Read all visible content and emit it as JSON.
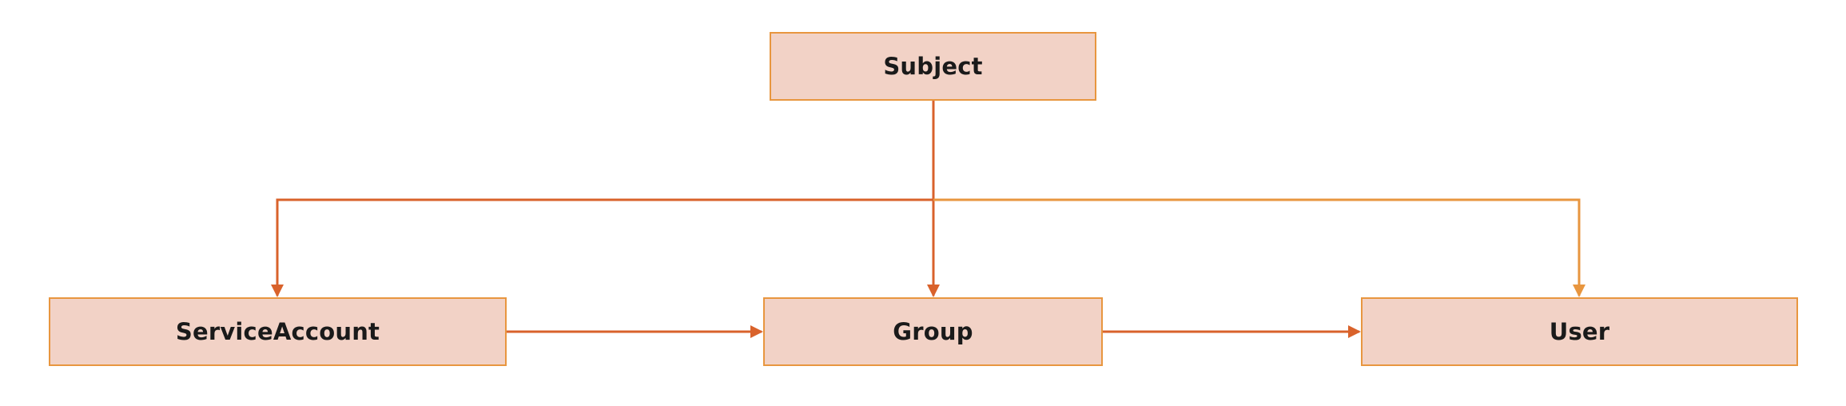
{
  "diagram": {
    "colors": {
      "node_fill": "#f2d2c6",
      "node_border": "#e8963f",
      "edge_dark": "#d9622b",
      "edge_light": "#e8963f"
    },
    "nodes": {
      "subject": {
        "label": "Subject"
      },
      "serviceaccount": {
        "label": "ServiceAccount"
      },
      "group": {
        "label": "Group"
      },
      "user": {
        "label": "User"
      }
    },
    "edges": [
      {
        "from": "Subject",
        "to": "ServiceAccount"
      },
      {
        "from": "Subject",
        "to": "Group"
      },
      {
        "from": "Subject",
        "to": "User"
      },
      {
        "from": "ServiceAccount",
        "to": "Group"
      },
      {
        "from": "Group",
        "to": "User"
      }
    ]
  }
}
